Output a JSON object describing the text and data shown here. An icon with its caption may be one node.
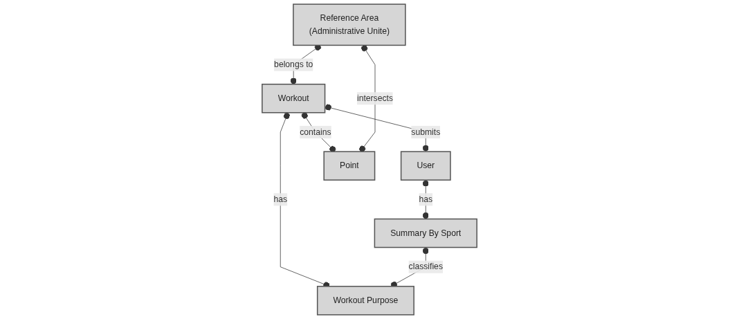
{
  "diagram": {
    "nodes": [
      {
        "text": [
          "User"
        ]
      },
      {
        "text": [
          "Workout"
        ]
      },
      {
        "text": [
          "Summary By Sport"
        ]
      },
      {
        "text": [
          "Reference Area",
          "(Administrative Unite)"
        ]
      },
      {
        "text": [
          "Point"
        ]
      },
      {
        "text": [
          "Workout Purpose"
        ]
      }
    ],
    "edges": [
      {
        "from": 1,
        "to": 0,
        "label": "submits",
        "arrow": "other"
      },
      {
        "from": 0,
        "to": 2,
        "label": "has",
        "arrow": "other"
      },
      {
        "from": 3,
        "to": 1,
        "label": "belongs to",
        "arrow": "other"
      },
      {
        "from": 1,
        "to": 4,
        "label": "contains",
        "arrow": "other"
      },
      {
        "from": 1,
        "to": 5,
        "label": "has",
        "arrow": "other"
      },
      {
        "from": 2,
        "to": 5,
        "label": "classifies",
        "arrow": "other"
      },
      {
        "from": 3,
        "to": 4,
        "label": "intersects",
        "arrow": "other"
      }
    ]
  }
}
